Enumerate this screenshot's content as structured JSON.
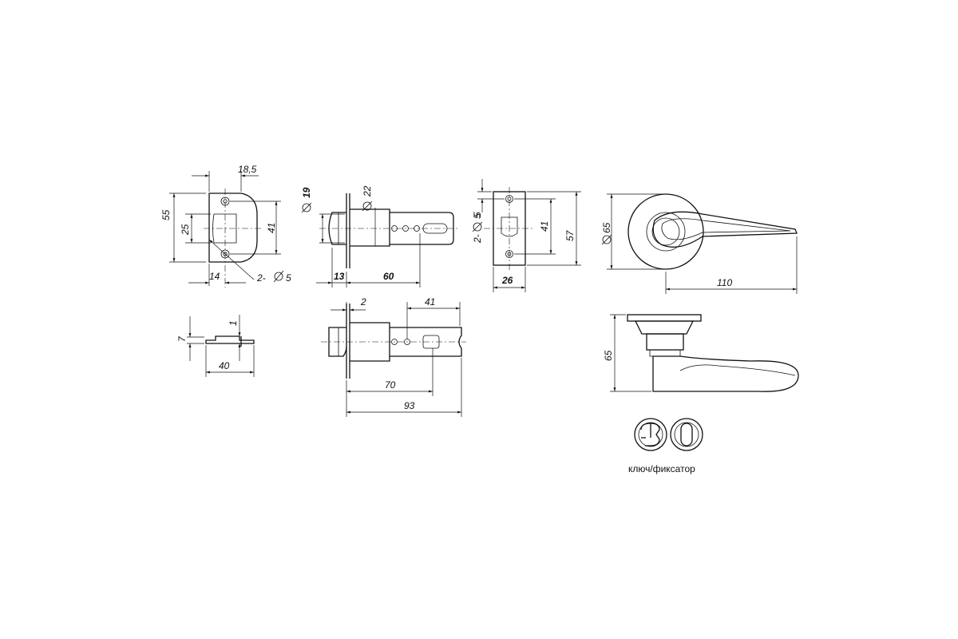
{
  "strike_plate": {
    "dims": {
      "width_top": "18,5",
      "height_total": "55",
      "window": "25",
      "hole_span": "41",
      "offset_bottom": "14",
      "holes": "2-",
      "hole_dia": "5"
    },
    "side_dims": {
      "thickness": "7",
      "lip": "1",
      "length": "40"
    }
  },
  "latch": {
    "dims": {
      "bolt_dia": "19",
      "tube_dia": "22",
      "faceplate": "13",
      "backset": "60"
    },
    "lower_dims": {
      "plate": "2",
      "slot": "41",
      "backset_short": "70",
      "backset_long": "93"
    }
  },
  "faceplate": {
    "dims": {
      "offset": "5",
      "holes": "2-",
      "hole_dia": "5",
      "hole_span": "41",
      "height": "57",
      "width": "26"
    }
  },
  "handle": {
    "dims": {
      "rose_dia": "65",
      "length": "110",
      "height": "65"
    }
  },
  "icons": {
    "caption": "ключ/фиксатор"
  }
}
